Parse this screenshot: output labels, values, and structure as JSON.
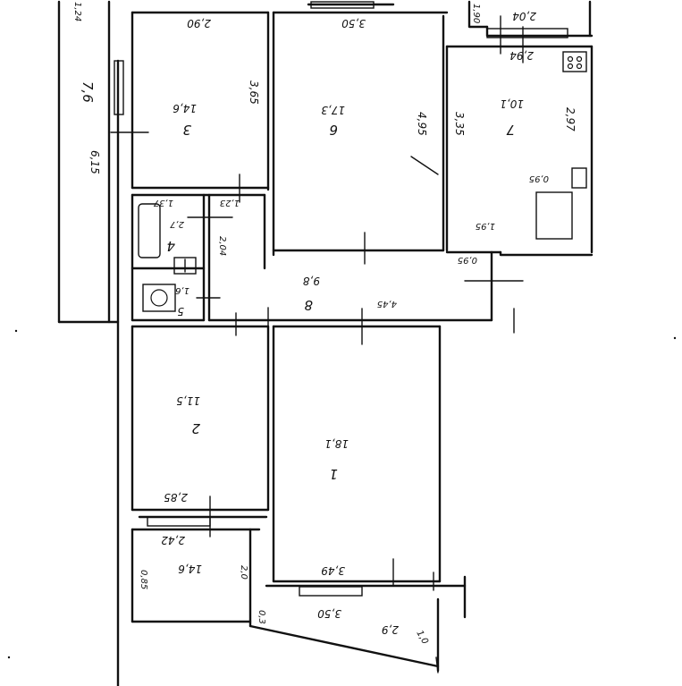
{
  "plan": {
    "rooms": {
      "room1": {
        "number": "1",
        "area": "18,1"
      },
      "room2": {
        "number": "2",
        "area": "11,5"
      },
      "room3": {
        "number": "3",
        "area": "14,6"
      },
      "room4": {
        "number": "4",
        "area": "2,7"
      },
      "room5": {
        "number": "5",
        "area": "1,6"
      },
      "room6": {
        "number": "6",
        "area": "17,3"
      },
      "room7": {
        "number": "7",
        "area": "10,1"
      },
      "room8": {
        "number": "8",
        "area": "9,8"
      },
      "loggia_left": {
        "area": "7,6"
      }
    },
    "dimensions": {
      "top_left_width": "2,90",
      "top_mid_width": "3,50",
      "top_right_width": "2,94",
      "top_right_upper": "2,04",
      "top_far_right": "1,90",
      "room3_height": "3,65",
      "room6_height": "4,95",
      "room7_height_left": "3,35",
      "room7_height_right": "2,97",
      "bath_width": "1,37",
      "wc_width": "1,23",
      "bath_height": "2,04",
      "kitchen_small_a": "0,95",
      "kitchen_small_b": "1,95",
      "hall_length": "4,45",
      "hall_step": "0,95",
      "loggia_length": "6,15",
      "loggia_width": "1,24",
      "room2_width": "2,85",
      "balcony_width": "2,42",
      "balcony_height": "2,0",
      "balcony_side": "0,85",
      "room1_width": "3,49",
      "balcony2_length": "3,50",
      "balcony2_width": "2,9",
      "small_a": "0,3",
      "small_b": "1,0"
    }
  }
}
